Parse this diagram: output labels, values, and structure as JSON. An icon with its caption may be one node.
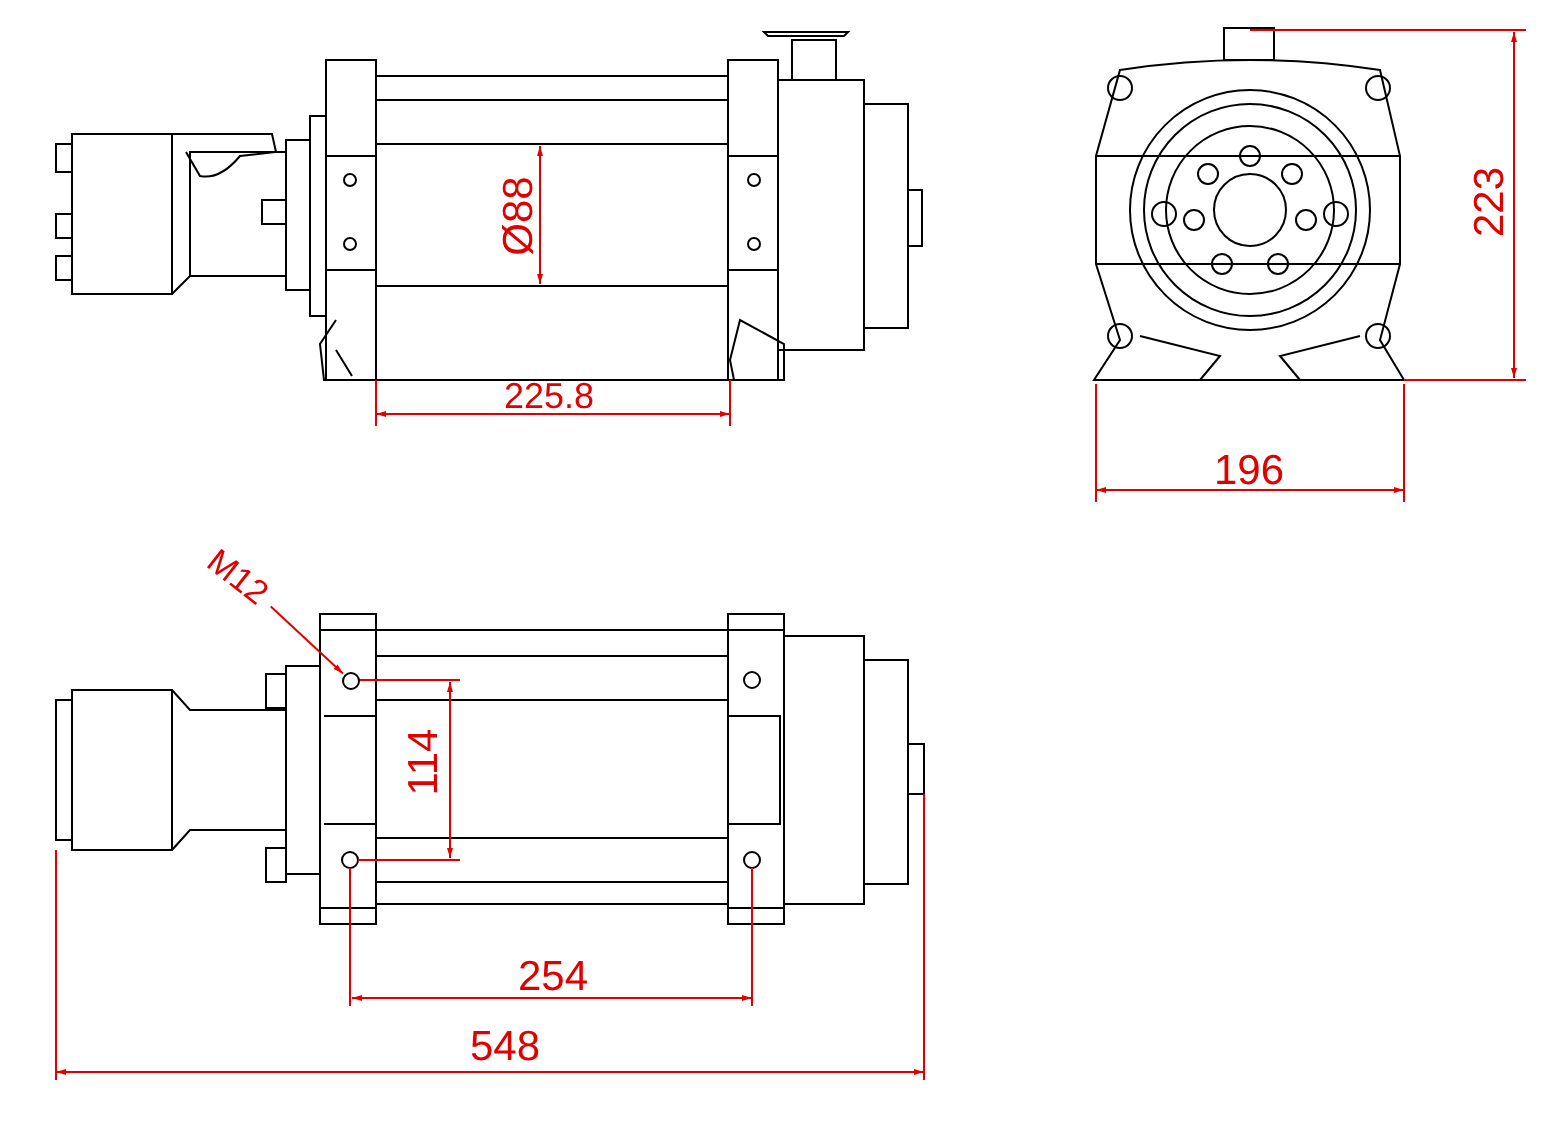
{
  "diagram": {
    "nodes": [
      {
        "text": [
          "M12"
        ]
      },
      {
        "text": [],
        "shape": "circle"
      }
    ],
    "edges": [
      {
        "from": 0,
        "to": 1,
        "arrow": "to",
        "color": "#e00000"
      }
    ],
    "labels": [
      "Ø88",
      "225.8",
      "223",
      "196",
      "114",
      "254",
      "548"
    ]
  }
}
